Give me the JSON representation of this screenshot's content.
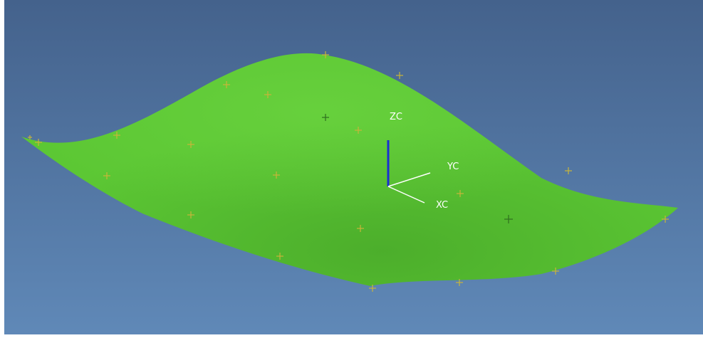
{
  "viewport": {
    "background_top": "#44628c",
    "background_bottom": "#6089b8",
    "frame_color": "#ffffff"
  },
  "surface": {
    "color": "#5cc734",
    "shade_color": "#3f9a24",
    "highlight_color": "#7be14c"
  },
  "control_points": {
    "yellow_color": "#c9b53a",
    "dark_color": "#2f6f1f",
    "yellow_count": 20,
    "dark_count": 2
  },
  "wcs": {
    "z_color": "#1a2fd0",
    "axis_color": "#ffffff",
    "labels": {
      "z": "ZC",
      "y": "YC",
      "x": "XC"
    }
  }
}
